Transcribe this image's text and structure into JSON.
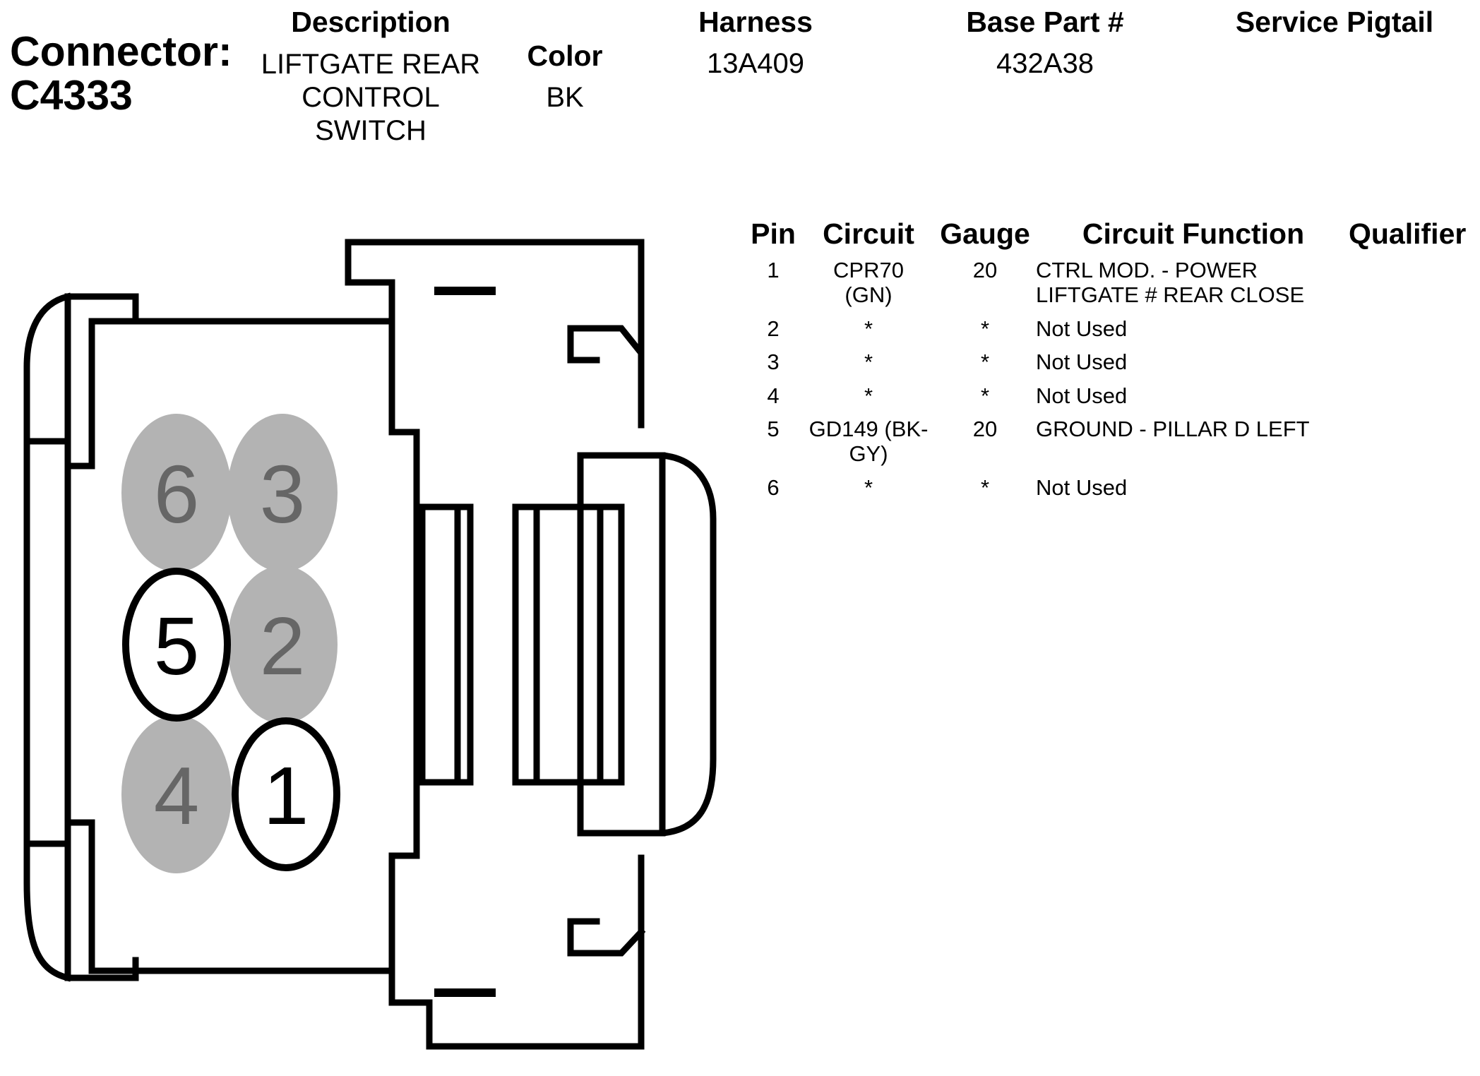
{
  "connector": {
    "label": "Connector:",
    "id": "C4333"
  },
  "header": {
    "description": {
      "label": "Description",
      "value": "LIFTGATE REAR CONTROL SWITCH",
      "lines": [
        "LIFTGATE REAR",
        "CONTROL",
        "SWITCH"
      ]
    },
    "color": {
      "label": "Color",
      "value": "BK"
    },
    "harness": {
      "label": "Harness",
      "value": "13A409"
    },
    "base_part": {
      "label": "Base Part #",
      "value": "432A38"
    },
    "service_pigtail": {
      "label": "Service Pigtail",
      "value": ""
    }
  },
  "table": {
    "columns": [
      "Pin",
      "Circuit",
      "Gauge",
      "Circuit Function",
      "Qualifier"
    ],
    "rows": [
      {
        "pin": "1",
        "circuit": [
          "CPR70",
          "(GN)"
        ],
        "gauge": "20",
        "function": [
          "CTRL MOD. - POWER",
          "LIFTGATE # REAR CLOSE"
        ],
        "qualifier": ""
      },
      {
        "pin": "2",
        "circuit": [
          "*"
        ],
        "gauge": "*",
        "function": [
          "Not Used"
        ],
        "qualifier": ""
      },
      {
        "pin": "3",
        "circuit": [
          "*"
        ],
        "gauge": "*",
        "function": [
          "Not Used"
        ],
        "qualifier": ""
      },
      {
        "pin": "4",
        "circuit": [
          "*"
        ],
        "gauge": "*",
        "function": [
          "Not Used"
        ],
        "qualifier": ""
      },
      {
        "pin": "5",
        "circuit": [
          "GD149 (BK-",
          "GY)"
        ],
        "gauge": "20",
        "function": [
          "GROUND - PILLAR D LEFT"
        ],
        "qualifier": ""
      },
      {
        "pin": "6",
        "circuit": [
          "*"
        ],
        "gauge": "*",
        "function": [
          "Not Used"
        ],
        "qualifier": ""
      }
    ]
  },
  "diagram": {
    "pins": [
      {
        "num": "6",
        "used": false
      },
      {
        "num": "3",
        "used": false
      },
      {
        "num": "5",
        "used": true
      },
      {
        "num": "2",
        "used": false
      },
      {
        "num": "4",
        "used": false
      },
      {
        "num": "1",
        "used": true
      }
    ],
    "colors": {
      "used_fill": "#ffffff",
      "unused_fill": "#b3b3b3",
      "unused_text": "#666666",
      "outline": "#000000"
    }
  }
}
